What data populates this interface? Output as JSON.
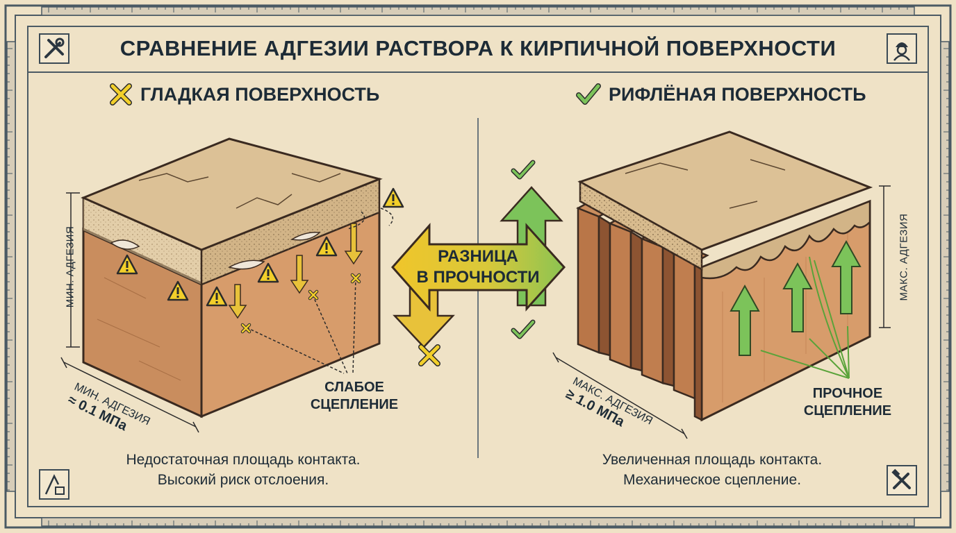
{
  "title": "СРАВНЕНИЕ АДГЕЗИИ РАСТВОРА К КИРПИЧНОЙ ПОВЕРХНОСТИ",
  "left": {
    "heading": "ГЛАДКАЯ ПОВЕРХНОСТЬ",
    "side_label": "МИН. АДГЕЗИЯ",
    "bottom_label": "МИН. АДГЕЗИЯ",
    "bottom_value": "≈ 0.1 МПа",
    "note_line1": "СЛАБОЕ",
    "note_line2": "СЦЕПЛЕНИЕ",
    "caption_line1": "Недостаточная площадь контакта.",
    "caption_line2": "Высокий риск отслоения."
  },
  "right": {
    "heading": "РИФЛЁНАЯ ПОВЕРХНОСТЬ",
    "side_label": "МАКС. АДГЕЗИЯ",
    "bottom_label": "МАКС. АДГЕЗИЯ",
    "bottom_value": "≥ 1.0 МПа",
    "note_line1": "ПРОЧНОЕ",
    "note_line2": "СЦЕПЛЕНИЕ",
    "caption_line1": "Увеличенная площадь контакта.",
    "caption_line2": "Механическое сцепление."
  },
  "center": {
    "line1": "РАЗНИЦА",
    "line2": "В ПРОЧНОСТИ"
  },
  "colors": {
    "background": "#efe2c6",
    "brick": "#c98d5e",
    "mortar": "#dcc196",
    "warning": "#f2cf2a",
    "good": "#7cc35a",
    "ink": "#1d2b36"
  },
  "icons": [
    "tools-icon",
    "worker-icon",
    "drawing-icon",
    "hammer-wrench-icon",
    "cross-icon",
    "check-icon",
    "warning-icon"
  ]
}
